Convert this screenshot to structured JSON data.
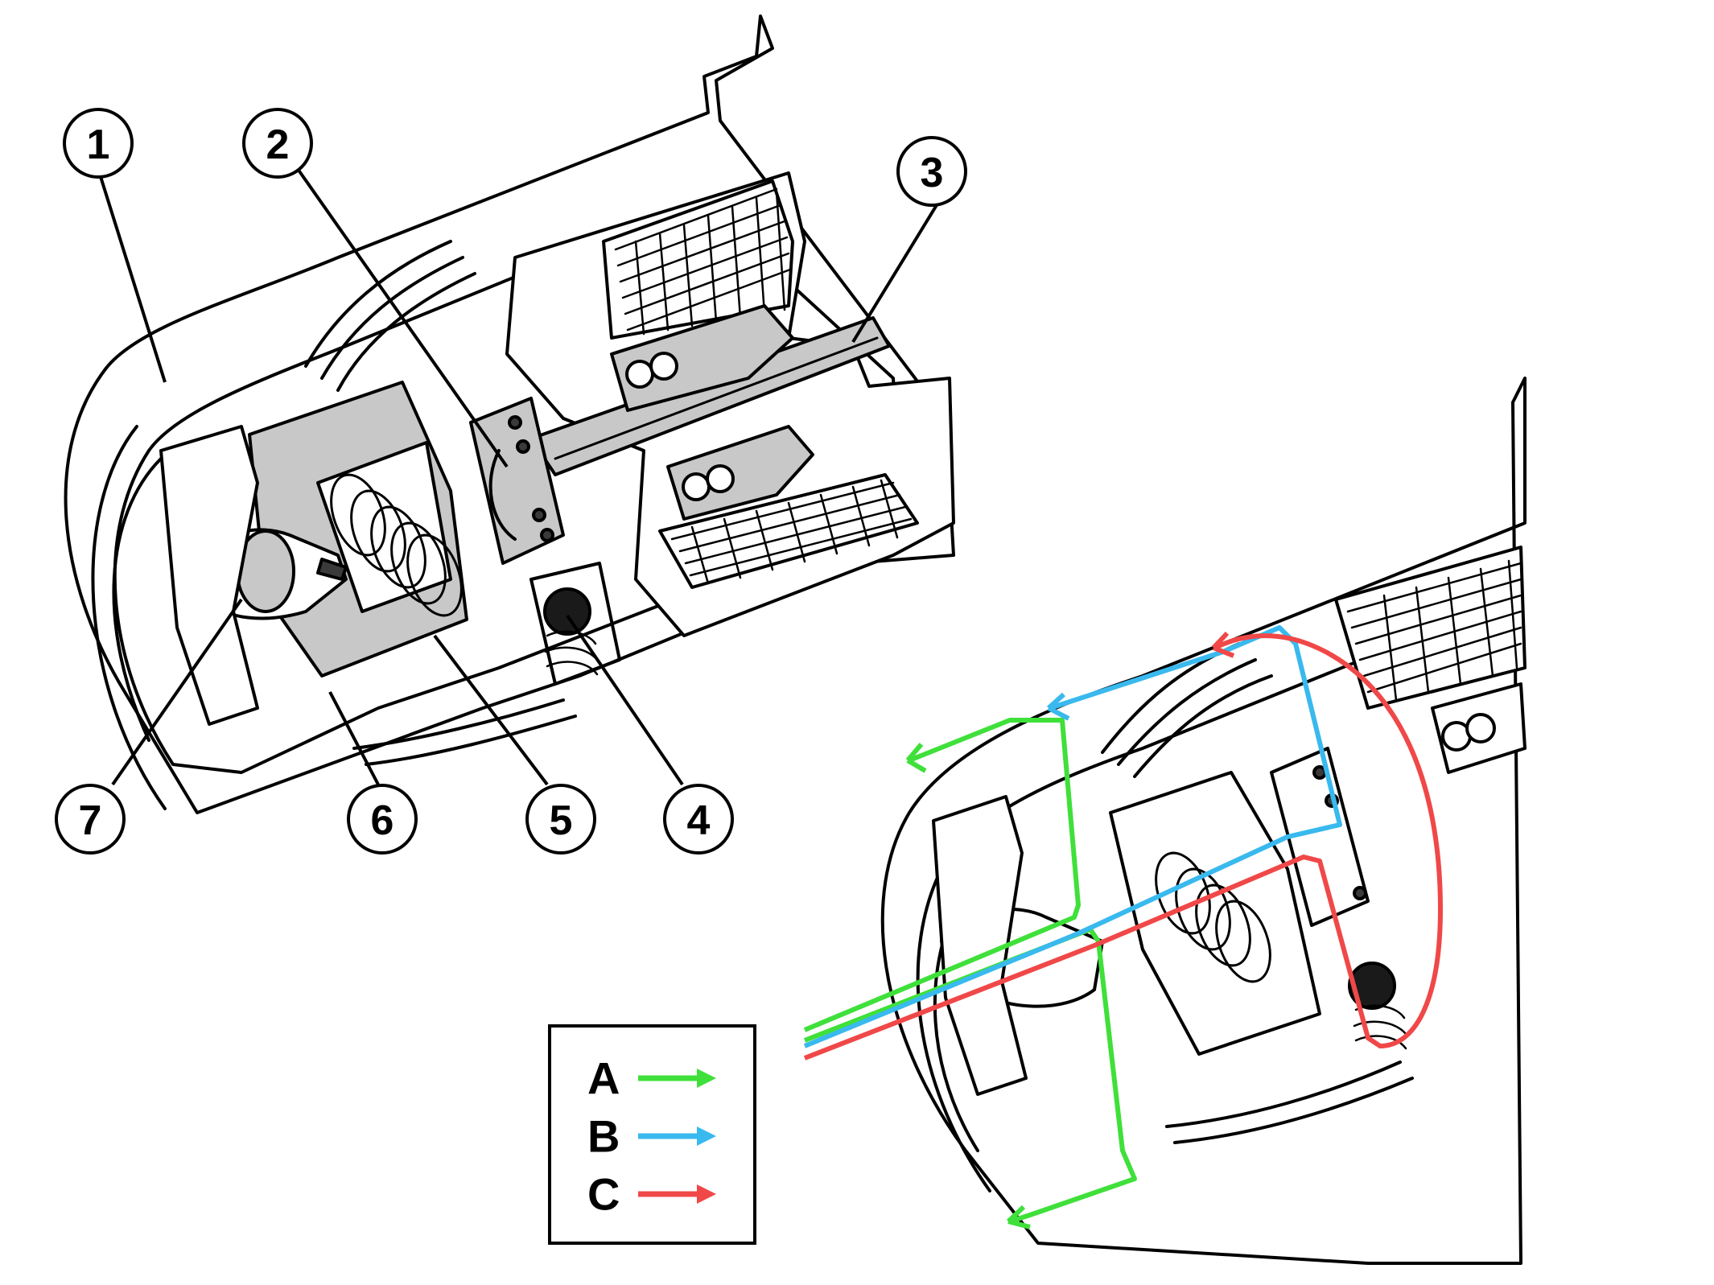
{
  "callouts": [
    {
      "id": "1",
      "label": "1"
    },
    {
      "id": "2",
      "label": "2"
    },
    {
      "id": "3",
      "label": "3"
    },
    {
      "id": "4",
      "label": "4"
    },
    {
      "id": "5",
      "label": "5"
    },
    {
      "id": "6",
      "label": "6"
    },
    {
      "id": "7",
      "label": "7"
    }
  ],
  "legend": {
    "items": [
      {
        "key": "A",
        "color": "#3fe03a"
      },
      {
        "key": "B",
        "color": "#39b9ee"
      },
      {
        "key": "C",
        "color": "#f04848"
      }
    ]
  },
  "colors": {
    "line": "#000000",
    "part_fill": "#c8c8c8",
    "dark_part": "#3a3a3a",
    "background": "#ffffff"
  }
}
